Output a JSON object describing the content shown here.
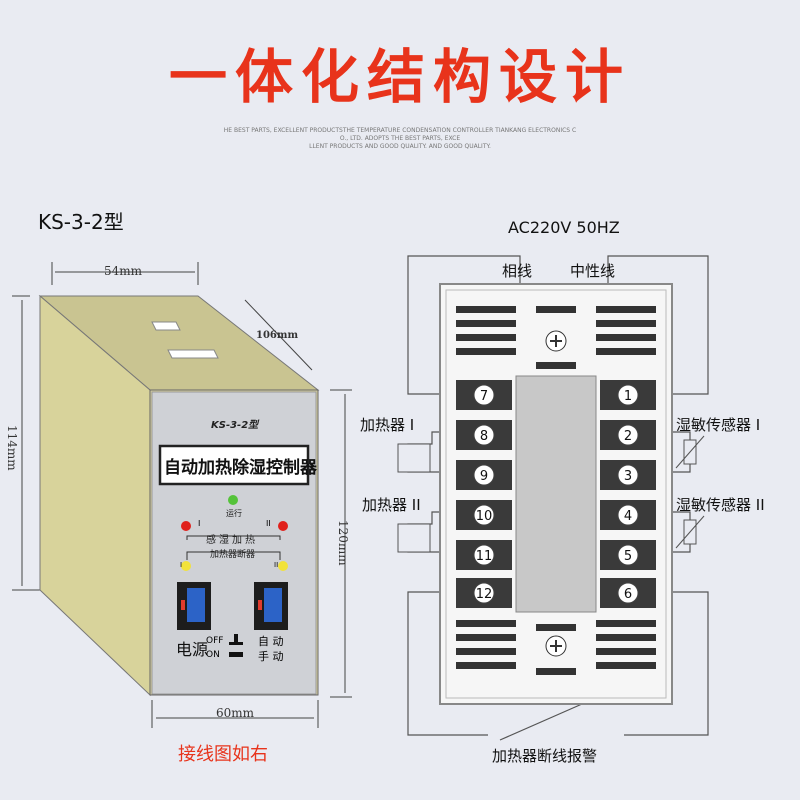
{
  "header": {
    "title": "一体化结构设计",
    "subtitle_lines": [
      "HE BEST PARTS, EXCELLENT PRODUCTSTHE TEMPERATURE CONDENSATION CONTROLLER TIANKANG ELECTRONICS C",
      "O., LTD. ADOPTS THE BEST PARTS, EXCE",
      "LLENT PRODUCTS AND GOOD QUALITY. AND GOOD QUALITY."
    ]
  },
  "device": {
    "model_heading": "KS-3-2型",
    "dims": {
      "width_top": "54mm",
      "depth": "106mm",
      "height_side": "114mm",
      "height_front": "120mm",
      "width_front": "60mm"
    },
    "panel": {
      "model": "KS-3-2型",
      "name": "自动加热除湿控制器",
      "run_label": "运行",
      "ch1": "I",
      "ch2": "II",
      "sense_heat": "感湿加热",
      "heater_break": "加热器断器",
      "power_label": "电源",
      "off_label": "OFF",
      "on_label": "ON",
      "auto_label": "自 动",
      "manual_label": "手 动"
    },
    "indicator_colors": {
      "run": "#55c33a",
      "alarm": "#e0201b",
      "break": "#f2e23a"
    }
  },
  "wiring": {
    "power": "AC220V 50HZ",
    "phase": "相线",
    "neutral": "中性线",
    "left_terminals": [
      "7",
      "8",
      "9",
      "10",
      "11",
      "12"
    ],
    "right_terminals": [
      "1",
      "2",
      "3",
      "4",
      "5",
      "6"
    ],
    "heater1": "加热器 I",
    "heater2": "加热器 II",
    "sensor1": "湿敏传感器 I",
    "sensor2": "湿敏传感器 II",
    "alarm": "加热器断线报警"
  },
  "footer_note": "接线图如右"
}
